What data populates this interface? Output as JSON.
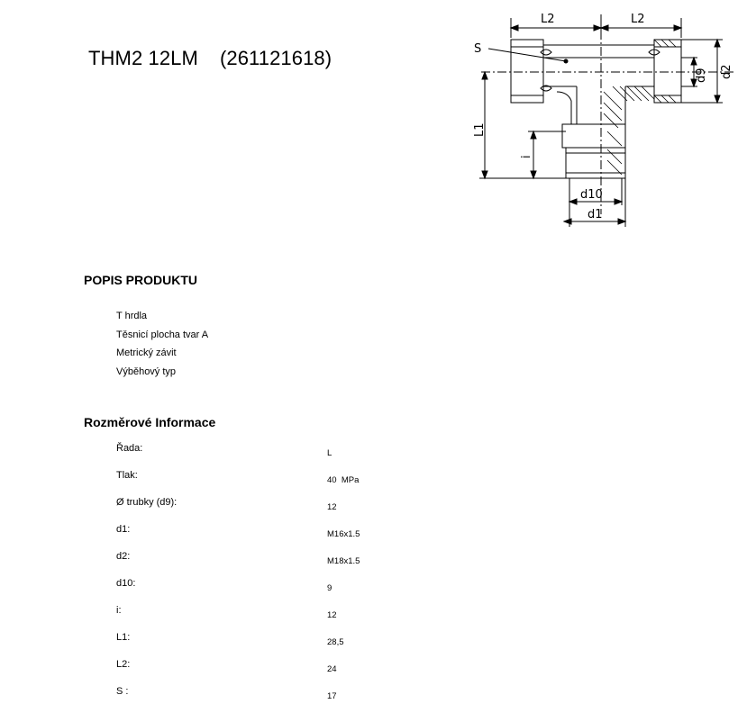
{
  "header": {
    "product_name": "THM2 12LM",
    "product_code": "(261121618)"
  },
  "drawing": {
    "labels": {
      "L2_left": "L2",
      "L2_right": "L2",
      "S": "S",
      "d9": "d9",
      "d2": "d2",
      "L1": "L1",
      "i": "i",
      "d10": "d10",
      "d1": "d1"
    }
  },
  "description": {
    "heading": "POPIS PRODUKTU",
    "items": [
      "T hrdla",
      "Těsnicí plocha tvar A",
      "Metrický závit",
      "Výběhový typ"
    ]
  },
  "dimensions": {
    "heading": "Rozměrové Informace",
    "rows": [
      {
        "label": "Řada:",
        "value": "L"
      },
      {
        "label": "Tlak:",
        "value": "40  MPa"
      },
      {
        "label": "Ø trubky (d9):",
        "value": "12"
      },
      {
        "label": "d1:",
        "value": "M16x1.5"
      },
      {
        "label": "d2:",
        "value": "M18x1.5"
      },
      {
        "label": "d10:",
        "value": "9"
      },
      {
        "label": "i:",
        "value": "12"
      },
      {
        "label": "L1:",
        "value": "28,5"
      },
      {
        "label": "L2:",
        "value": "24"
      },
      {
        "label": "S :",
        "value": "17"
      }
    ]
  }
}
